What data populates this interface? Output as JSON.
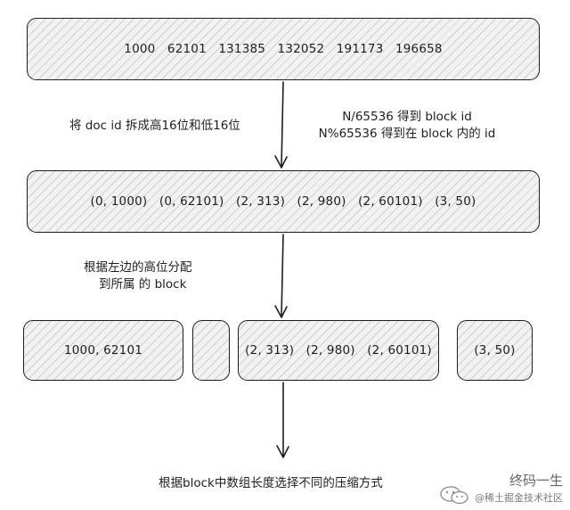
{
  "row1": {
    "values": "1000   62101   131385   132052   191173   196658"
  },
  "note_left": "将 doc id 拆成高16位和低16位",
  "note_right": {
    "line1": "N/65536 得到 block id",
    "line2": "N%65536 得到在 block 内的 id"
  },
  "row2": {
    "values": "(0, 1000)   (0, 62101)   (2, 313)   (2, 980)   (2, 60101)   (3, 50)"
  },
  "note_middle": {
    "line1": "根据左边的高位分配",
    "line2": "到所属 的 block"
  },
  "blocks": [
    {
      "label": "1000, 62101"
    },
    {
      "label": ""
    },
    {
      "label": "(2, 313)   (2, 980)   (2, 60101)"
    },
    {
      "label": "(3, 50)"
    }
  ],
  "note_bottom": "根据block中数组长度选择不同的压缩方式",
  "watermark": {
    "name": "终码一生",
    "sub": "@稀土掘金技术社区"
  },
  "colors": {
    "stroke": "#1e1e1e",
    "hatch": "#9a9a9a"
  }
}
